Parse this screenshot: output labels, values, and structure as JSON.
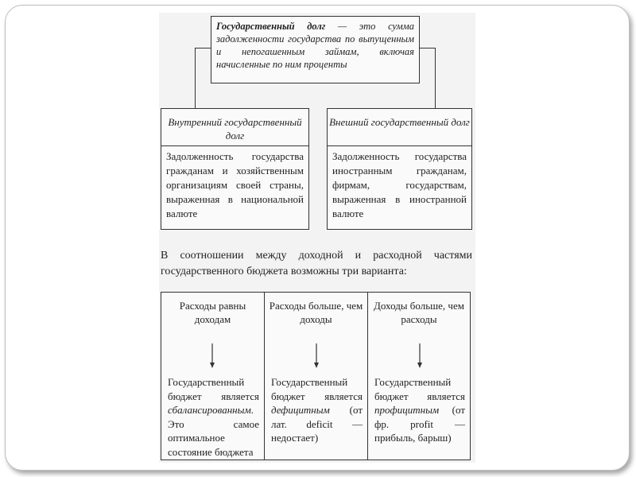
{
  "definition": {
    "term": "Государственный долг",
    "text": " — это сумма задолженности государства по выпущенным и непогашенным займам, включая начисленные по ним проценты"
  },
  "internal": {
    "title": "Внутренний государственный долг",
    "description": "Задолженность государства гражданам и хозяйственным организациям своей страны, выраженная в национальной валюте"
  },
  "external": {
    "title": "Внешний государственный долг",
    "description": "Задолженность государства иностранным гражданам, фирмам, государствам, выраженная в иностранной валюте"
  },
  "budget_intro": "В соотношении между доходной и расходной частями государственного бюджета возможны три варианта:",
  "variants": [
    {
      "condition": "Расходы равны доходам",
      "prefix": "Государственный бюджет является ",
      "term": "сбалансированным",
      "suffix": ". Это самое оптимальное состояние бюджета"
    },
    {
      "condition": "Расходы больше, чем доходы",
      "prefix": "Государственный бюджет является ",
      "term": "дефицитным",
      "suffix": " (от лат. deficit — недостает)"
    },
    {
      "condition": "Доходы больше, чем расходы",
      "prefix": "Государственный бюджет является ",
      "term": "профицитным",
      "suffix": " (от фр. profit — прибыль, барыш)"
    }
  ]
}
